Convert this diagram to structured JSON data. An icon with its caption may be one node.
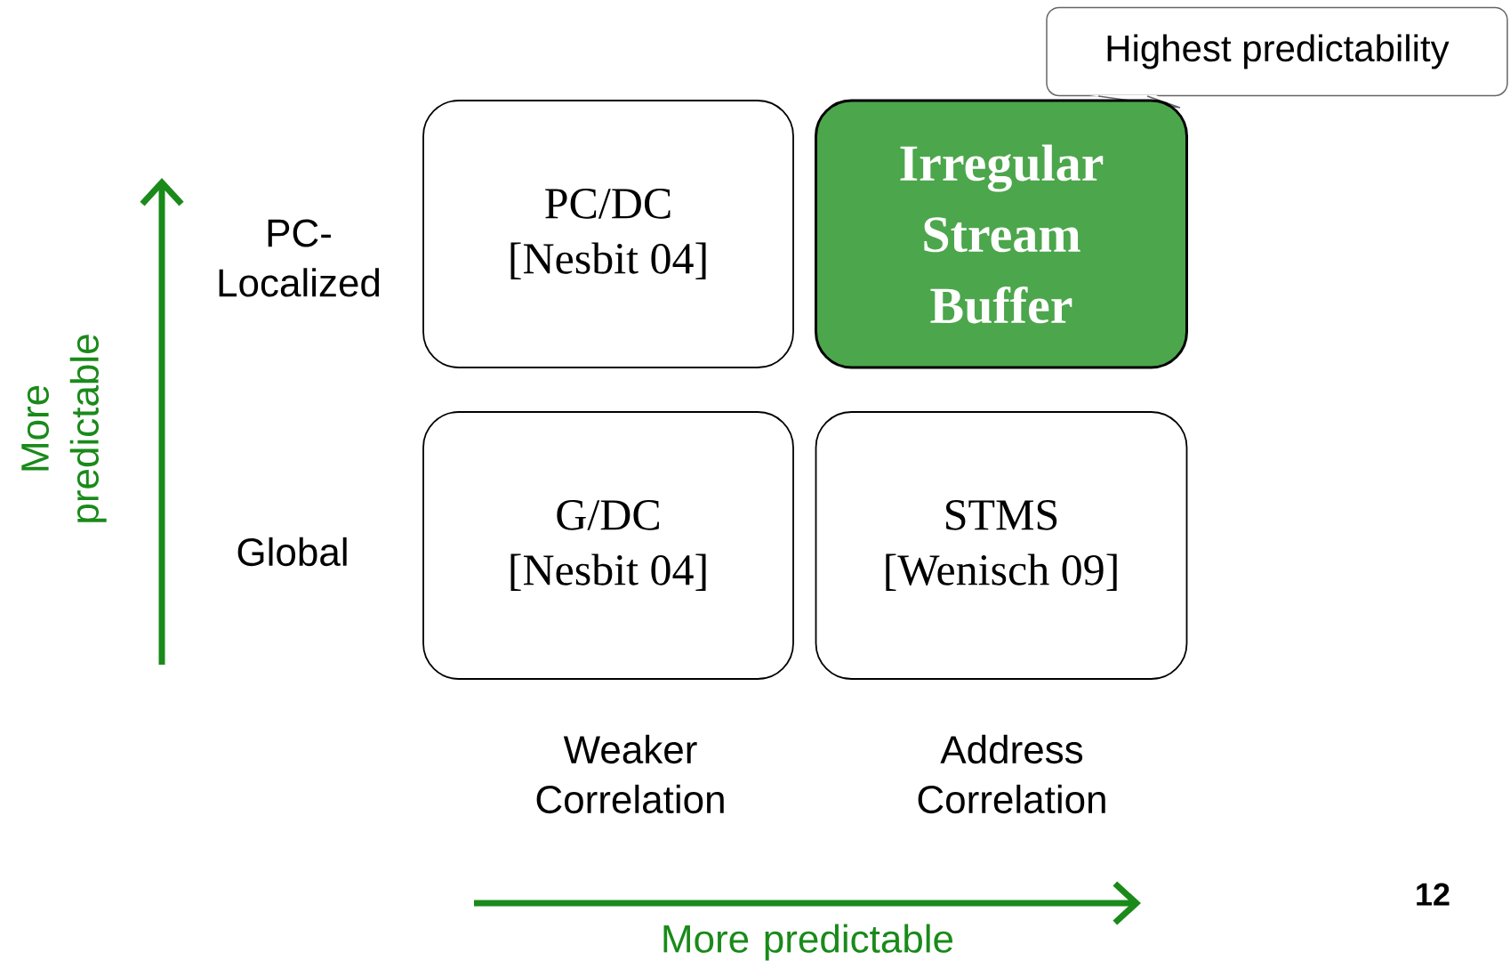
{
  "diagram": {
    "nodes": [
      {
        "text": [
          "Highest predictability"
        ]
      },
      {
        "text": [
          "PC/DC",
          "[Nesbit 04]"
        ]
      },
      {
        "text": [
          "Irregular Stream Buffer"
        ]
      },
      {
        "text": [
          "G/DC",
          "[Nesbit 04]"
        ]
      },
      {
        "text": [
          "STMS",
          "[Wenisch 09]"
        ]
      }
    ],
    "edges": [],
    "labels": [
      "PC- Localized",
      "Global",
      "Weaker Correlation",
      "Address Correlation",
      "More predictable",
      "More predictable",
      "12"
    ]
  }
}
